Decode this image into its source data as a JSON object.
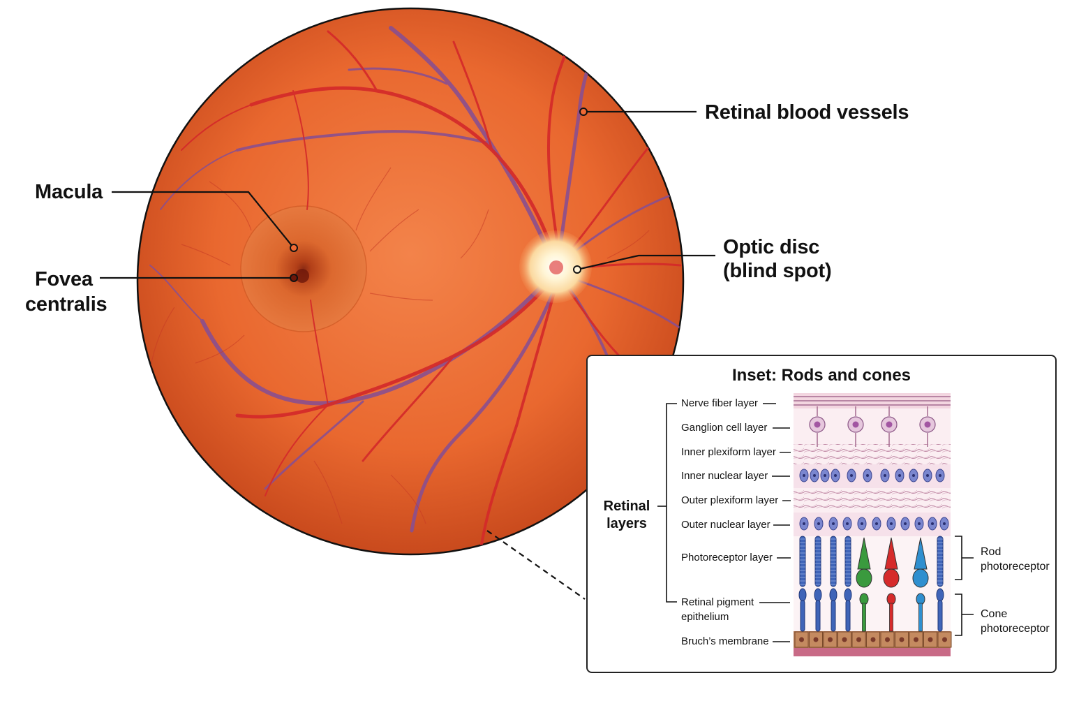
{
  "labels": {
    "vessels": "Retinal blood vessels",
    "macula": "Macula",
    "fovea_line1": "Fovea",
    "fovea_line2": "centralis",
    "disc_line1": "Optic disc",
    "disc_line2": "(blind spot)"
  },
  "inset": {
    "title": "Inset: Rods and cones",
    "group_line1": "Retinal",
    "group_line2": "layers",
    "layers": [
      "Nerve fiber layer",
      "Ganglion cell layer",
      "Inner plexiform layer",
      "Inner nuclear layer",
      "Outer plexiform layer",
      "Outer nuclear layer",
      "Photoreceptor layer",
      "Retinal pigment",
      "epithelium",
      "Bruch’s membrane"
    ],
    "rod_line1": "Rod",
    "rod_line2": "photoreceptor",
    "cone_line1": "Cone",
    "cone_line2": "photoreceptor"
  },
  "colors": {
    "fundus": "#e8652d",
    "fundus_edge": "#c8461c",
    "artery": "#d42a2a",
    "vein": "#8a4f8f",
    "disc": "#fff2c8",
    "rod": "#3f64b8",
    "cone_green": "#3a9a3e",
    "cone_red": "#d62b2b",
    "cone_blue": "#2f8fcf"
  }
}
